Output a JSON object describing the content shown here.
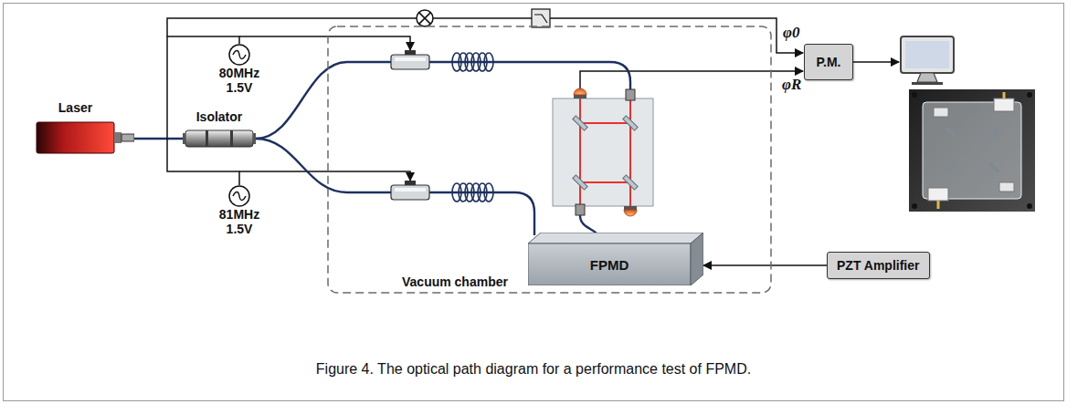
{
  "diagram": {
    "caption": "Figure 4. The optical path diagram for a performance test of FPMD.",
    "nodes": [
      {
        "text": [
          "Vacuum chamber"
        ]
      },
      {
        "text": [
          "Laser"
        ]
      },
      {
        "text": [
          "Isolator"
        ]
      },
      {
        "text": [
          "80MHz 1.5V"
        ]
      },
      {
        "text": [
          "81MHz 1.5V"
        ]
      },
      {
        "text": [
          "FPMD"
        ],
        "in": 0
      },
      {
        "text": [
          "P.M."
        ]
      },
      {
        "text": [
          "PZT Amplifier"
        ]
      }
    ],
    "edges": [
      {
        "from": 1,
        "to": 2,
        "arrow": "none"
      },
      {
        "from": 3,
        "to": 4,
        "arrow": "none"
      },
      {
        "from": 7,
        "to": 5,
        "arrow": "to"
      }
    ],
    "labels": [
      "φ0",
      "φR"
    ]
  }
}
